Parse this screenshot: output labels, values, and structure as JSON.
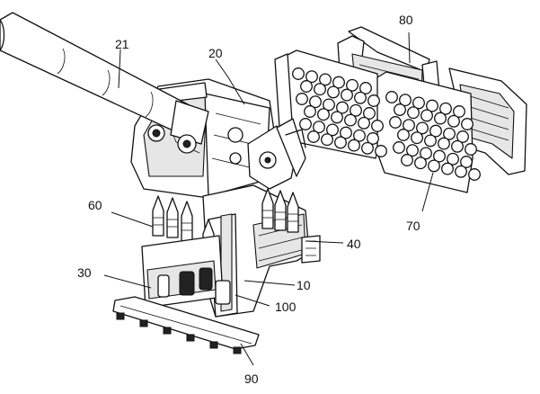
{
  "labels": {
    "l21": "21",
    "l20": "20",
    "l80": "80",
    "l60": "60",
    "l40": "40",
    "l70": "70",
    "l30": "30",
    "l10": "10",
    "l100": "100",
    "l90": "90"
  }
}
